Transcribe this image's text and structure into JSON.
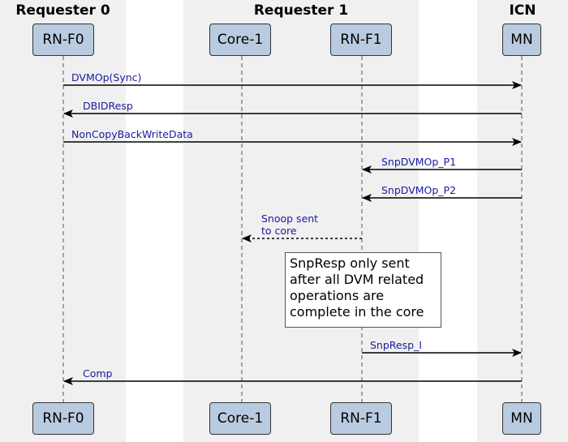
{
  "groups": [
    {
      "title": "Requester 0"
    },
    {
      "title": "Requester 1"
    },
    {
      "title": "ICN"
    }
  ],
  "participants": [
    {
      "id": "rnf0",
      "label": "RN-F0"
    },
    {
      "id": "core1",
      "label": "Core-1"
    },
    {
      "id": "rnf1",
      "label": "RN-F1"
    },
    {
      "id": "mn",
      "label": "MN"
    }
  ],
  "messages": [
    {
      "from": "rnf0",
      "to": "mn",
      "label": [
        "DVMOp(Sync)"
      ],
      "style": "solid"
    },
    {
      "from": "mn",
      "to": "rnf0",
      "label": [
        "DBIDResp"
      ],
      "style": "solid"
    },
    {
      "from": "rnf0",
      "to": "mn",
      "label": [
        "NonCopyBackWriteData"
      ],
      "style": "solid"
    },
    {
      "from": "mn",
      "to": "rnf1",
      "label": [
        "SnpDVMOp_P1"
      ],
      "style": "solid"
    },
    {
      "from": "mn",
      "to": "rnf1",
      "label": [
        "SnpDVMOp_P2"
      ],
      "style": "solid"
    },
    {
      "from": "rnf1",
      "to": "core1",
      "label": [
        "Snoop sent",
        "to core"
      ],
      "style": "dashed"
    },
    {
      "from": "rnf1",
      "to": "mn",
      "label": [
        "SnpResp_I"
      ],
      "style": "solid"
    },
    {
      "from": "mn",
      "to": "rnf0",
      "label": [
        "Comp"
      ],
      "style": "solid"
    }
  ],
  "note": {
    "lines": [
      "SnpResp only sent",
      "after all DVM related",
      "operations are",
      "complete in the core"
    ]
  }
}
